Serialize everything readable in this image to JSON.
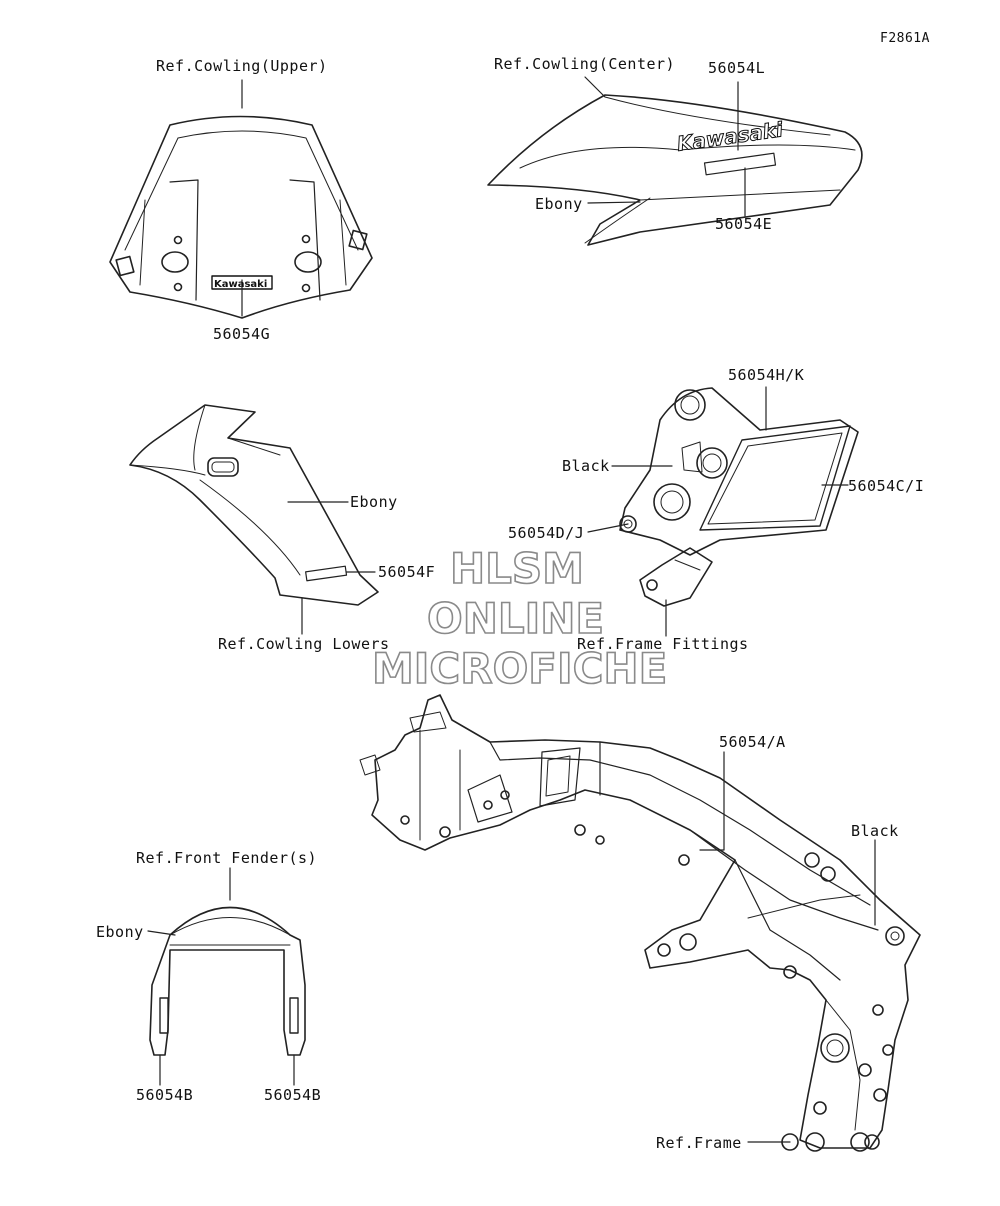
{
  "diagram_id": "F2861A",
  "watermark": {
    "line1": "HLSM",
    "line2": "ONLINE",
    "line3": "MICROFICHE"
  },
  "labels": {
    "ref_cowling_upper": "Ref.Cowling(Upper)",
    "p_56054G": "56054G",
    "ref_cowling_center": "Ref.Cowling(Center)",
    "p_56054L": "56054L",
    "ebony_center": "Ebony",
    "p_56054E": "56054E",
    "ebony_lower": "Ebony",
    "p_56054F": "56054F",
    "ref_cowling_lowers": "Ref.Cowling Lowers",
    "p_56054HK": "56054H/K",
    "black_fittings": "Black",
    "p_56054CI": "56054C/I",
    "p_56054DJ": "56054D/J",
    "ref_frame_fittings": "Ref.Frame Fittings",
    "p_56054A": "56054/A",
    "black_frame": "Black",
    "ref_frame": "Ref.Frame",
    "ref_front_fender": "Ref.Front Fender(s)",
    "ebony_fender": "Ebony",
    "p_56054B_left": "56054B",
    "p_56054B_right": "56054B"
  },
  "decal_text": {
    "brand": "Kawasaki",
    "brand_small": "Kawasaki"
  }
}
